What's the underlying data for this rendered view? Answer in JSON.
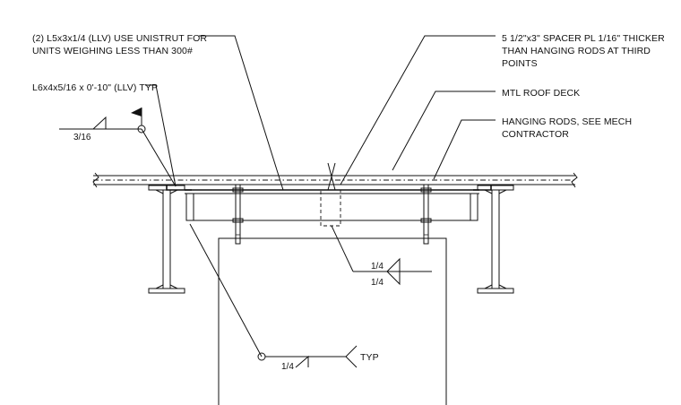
{
  "notes": {
    "unistrut_line1": "(2) L5x3x1/4 (LLV) USE UNISTRUT FOR",
    "unistrut_line2": "UNITS WEIGHING LESS THAN 300#",
    "angle": "L6x4x5/16 x 0'-10\" (LLV) TYP",
    "spacer_line1": "5 1/2\"x3\" SPACER PL 1/16\" THICKER",
    "spacer_line2": "THAN HANGING RODS AT THIRD",
    "spacer_line3": "POINTS",
    "deck": "MTL ROOF DECK",
    "rods_line1": "HANGING RODS, SEE MECH",
    "rods_line2": "CONTRACTOR"
  },
  "welds": {
    "flag_weld_size": "3/16",
    "spacer_weld_top": "1/4",
    "spacer_weld_bottom": "1/4",
    "typ_weld_size": "1/4",
    "typ_label": "TYP"
  },
  "icons": [
    "field-weld-flag-icon",
    "weld-all-around-icon",
    "fillet-weld-icon"
  ]
}
